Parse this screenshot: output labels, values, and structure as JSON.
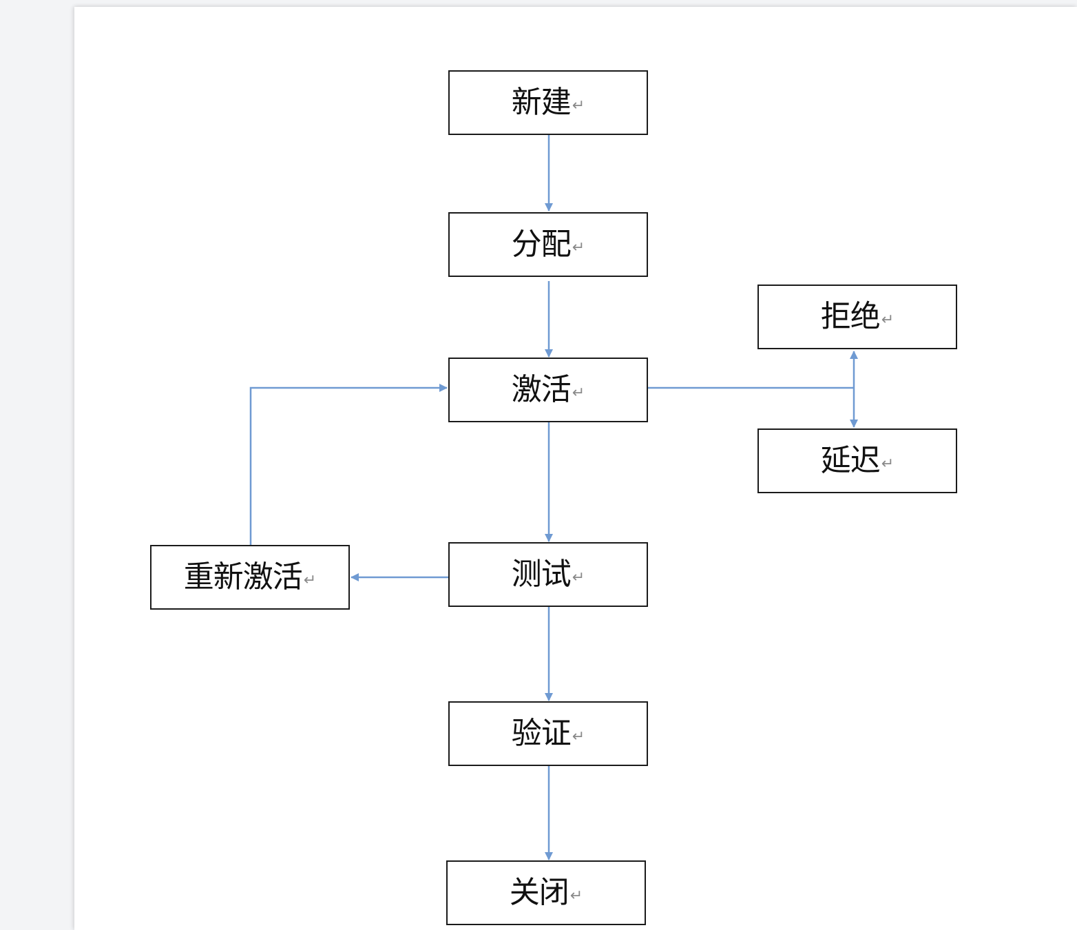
{
  "colors": {
    "connector": "#6f9ad2",
    "box_border": "#1a1a1a",
    "paragraph_mark": "#8a8a8a"
  },
  "paragraph_mark": "↵",
  "nodes": {
    "new": "新建",
    "assign": "分配",
    "activate": "激活",
    "reject": "拒绝",
    "postpone": "延迟",
    "reactivate": "重新激活",
    "test": "测试",
    "verify": "验证",
    "close": "关闭"
  }
}
